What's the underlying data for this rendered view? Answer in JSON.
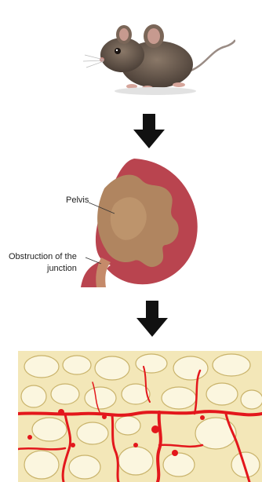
{
  "panels": {
    "mouse": {
      "icon": "mouse-illustration"
    },
    "kidney": {
      "labels": {
        "pelvis": "Pelvis",
        "obstruction_line1": "Obstruction of the",
        "obstruction_line2": "junction"
      },
      "colors": {
        "cortex": "#b9444f",
        "pelvis": "#b08560",
        "ureter": "#c58a6a"
      }
    },
    "histology": {
      "stain_color": "#e3171c",
      "background_color": "#f3e7b8"
    }
  },
  "arrows": [
    {
      "icon": "down-arrow-icon"
    },
    {
      "icon": "down-arrow-icon"
    }
  ]
}
